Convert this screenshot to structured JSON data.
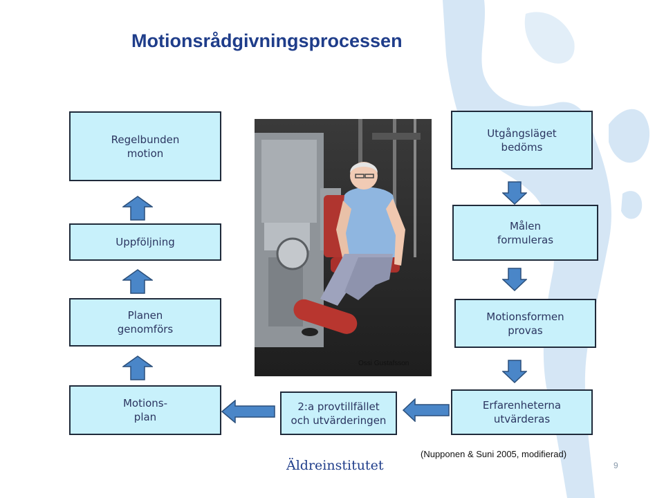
{
  "slide": {
    "title": "Motionsrådgivningsprocessen",
    "page_number": "9"
  },
  "boxes": {
    "regelbunden_motion": "Regelbunden\nmotion",
    "uppfoljning": "Uppföljning",
    "planen_genomfors": "Planen\ngenomförs",
    "motionsplan": "Motions-\nplan",
    "provtillfallet": "2:a provtillfället\noch utvärderingen",
    "erfarenheterna": "Erfarenheterna\nutvärderas",
    "utgangslaget": "Utgångsläget\nbedöms",
    "malen": "Målen\nformuleras",
    "motionsformen": "Motionsformen\nprovas"
  },
  "photo": {
    "credit": "Ossi Gustafsson"
  },
  "footer": {
    "logo_text": "Äldreinstitutet",
    "citation": "(Nupponen & Suni 2005, modifierad)"
  },
  "colors": {
    "box_fill": "#c8f1fb",
    "arrow_fill": "#4a86c8",
    "title": "#1f3d8a",
    "background_shape": "#cfe1f2"
  }
}
